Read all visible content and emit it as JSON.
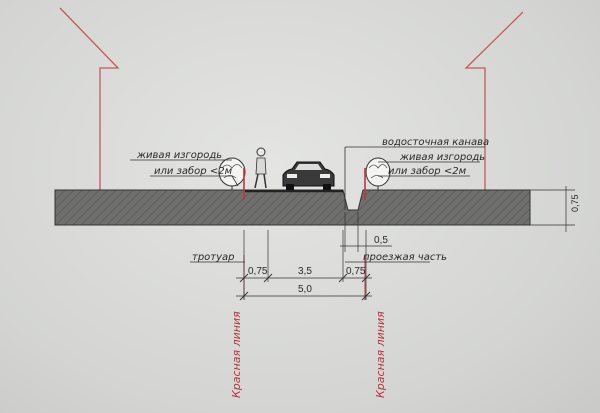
{
  "annotations": {
    "hedge": "живая изгородь",
    "fence": "или забор <2м",
    "drainage_ditch": "водосточная канава",
    "sidewalk": "тротуар",
    "carriageway": "проезжая часть",
    "red_line": "Красная линия"
  },
  "dimensions": {
    "sidewalk_left": "0,75",
    "carriageway": "3,5",
    "sidewalk_right": "0,75",
    "total": "5,0",
    "ditch": "0,5",
    "height": "0,75"
  },
  "colors": {
    "red_line": "#c0353b",
    "building_outline": "#c45a5a",
    "ground_fill": "#6f706e"
  }
}
